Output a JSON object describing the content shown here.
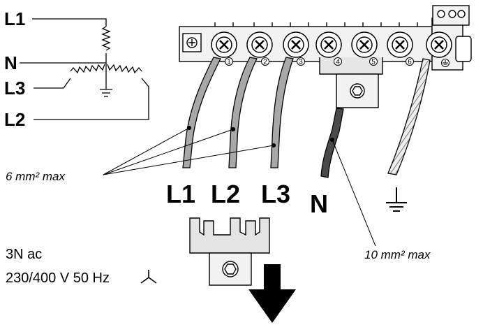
{
  "schematic": {
    "phase_l1": "L1",
    "neutral": "N",
    "phase_l3": "L3",
    "phase_l2": "L2"
  },
  "terminal_numbers": [
    "1",
    "2",
    "3",
    "4",
    "5",
    "6"
  ],
  "wire_labels": {
    "l1": "L1",
    "l2": "L2",
    "l3": "L3",
    "n": "N"
  },
  "annotations": {
    "phase_cross_section": "6 mm² max",
    "neutral_cross_section": "10 mm² max"
  },
  "supply": {
    "line1": "3N ac",
    "line2": "230/400 V 50 Hz"
  },
  "icons": {
    "earth": "earth-ground-icon",
    "wye": "wye-star-connection-icon",
    "arrow": "down-arrow-icon"
  },
  "colors": {
    "phase_wire": "#a8a8a8",
    "neutral_wire": "#4a4a4a",
    "earth_wire": "#d8d8d8",
    "block": "#f2f2f2",
    "line": "#000000"
  }
}
